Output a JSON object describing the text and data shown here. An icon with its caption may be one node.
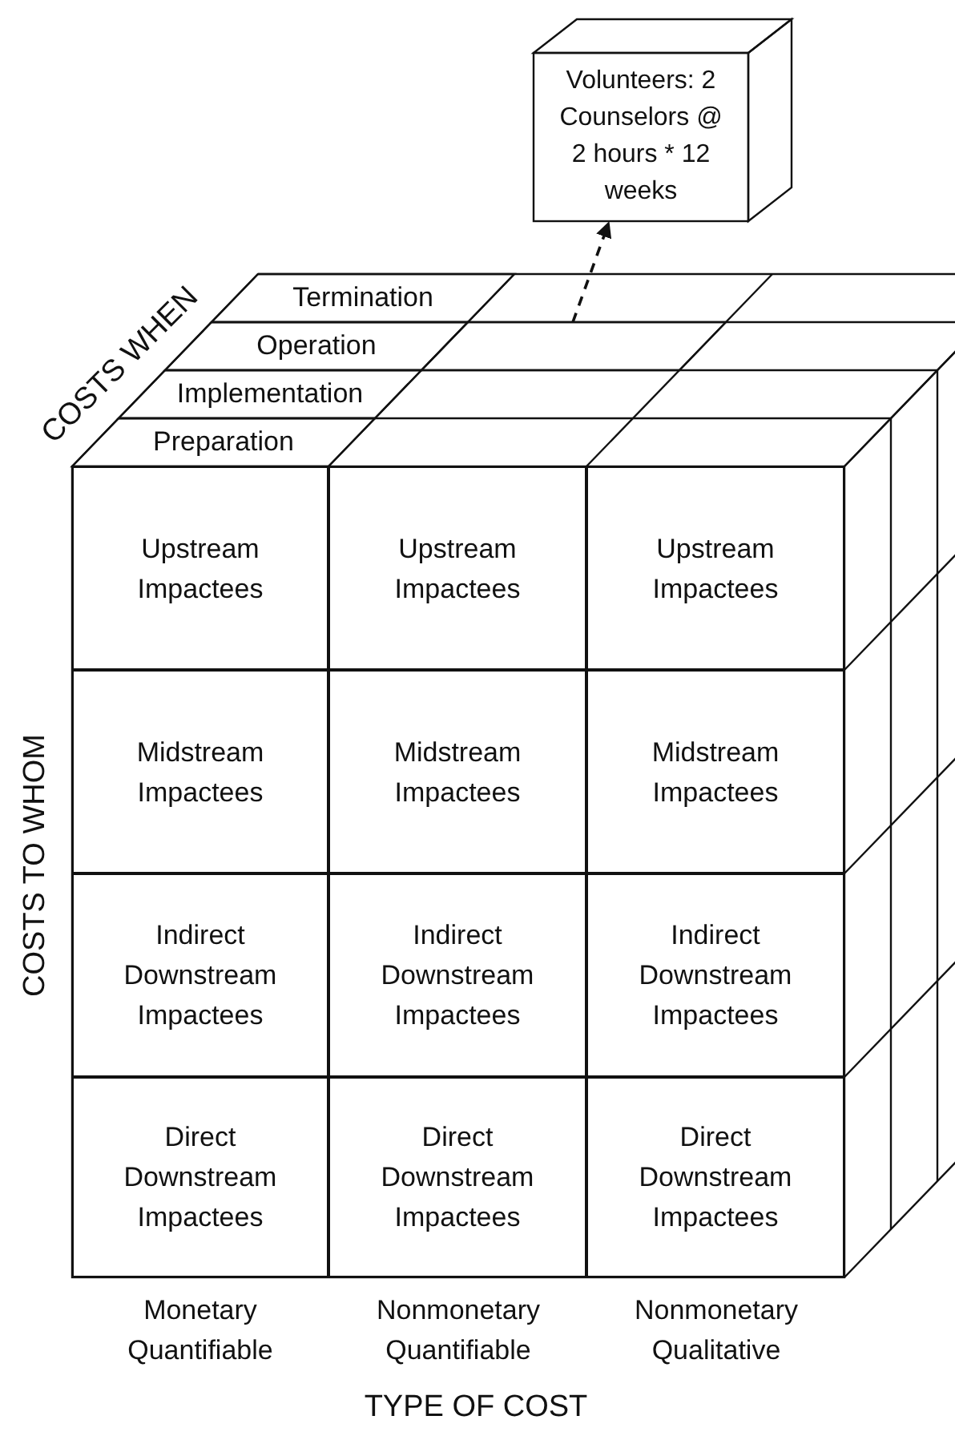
{
  "diagram": {
    "nodes": [
      {
        "text": [
          "Volunteers: 2 Counselors @ 2 hours * 12 weeks"
        ]
      },
      {
        "text": [
          "Termination"
        ]
      },
      {
        "text": [
          "Operation"
        ]
      },
      {
        "text": [
          "Implementation"
        ]
      },
      {
        "text": [
          "Preparation"
        ]
      },
      {
        "text": [],
        "shape": "box"
      },
      {
        "text": [
          "Upstream Impactees"
        ]
      },
      {
        "text": [
          "Upstream Impactees"
        ]
      },
      {
        "text": [
          "Upstream Impactees"
        ]
      },
      {
        "text": [
          "Midstream Impactees"
        ]
      },
      {
        "text": [
          "Midstream Impactees"
        ]
      },
      {
        "text": [
          "Midstream Impactees"
        ]
      },
      {
        "text": [
          "Indirect Downstream Impactees"
        ]
      },
      {
        "text": [
          "Indirect Downstream Impactees"
        ]
      },
      {
        "text": [
          "Indirect Downstream Impactees"
        ]
      },
      {
        "text": [
          "Direct Downstream Impactees"
        ]
      },
      {
        "text": [
          "Direct Downstream Impactees"
        ]
      },
      {
        "text": [
          "Direct Downstream Impactees"
        ]
      }
    ],
    "edges": [
      {
        "from": 5,
        "to": 0,
        "arrow": "to",
        "style": "dashed"
      }
    ],
    "labels": [
      "COSTS WHEN",
      "COSTS TO WHOM",
      "Monetary Quantifiable",
      "Nonmonetary Quantifiable",
      "Nonmonetary Qualitative",
      "TYPE OF COST"
    ]
  }
}
